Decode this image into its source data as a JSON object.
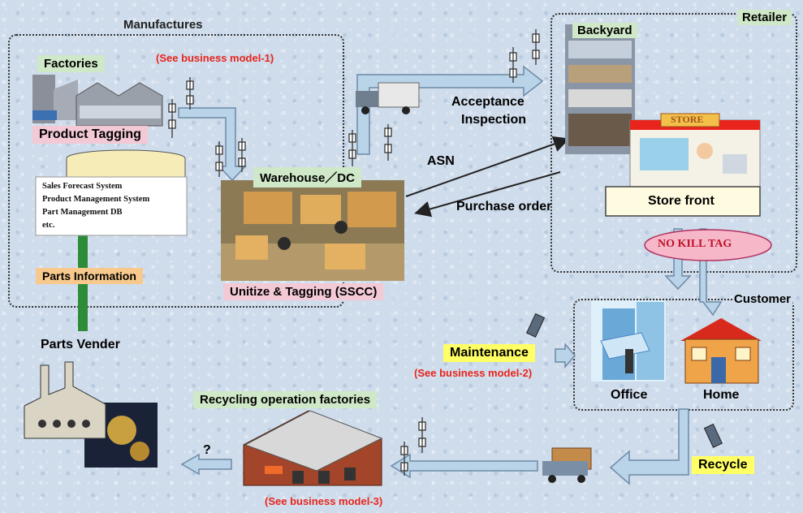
{
  "regions": {
    "manufactures": "Manufactures",
    "retailer": "Retailer",
    "customer": "Customer"
  },
  "labels": {
    "factories": "Factories",
    "see_model_1": "(See business model-1)",
    "product_tagging": "Product Tagging",
    "warehouse_dc": "Warehouse／DC",
    "unitize_tagging": "Unitize & Tagging (SSCC)",
    "parts_information": "Parts Information",
    "parts_vender": "Parts Vender",
    "acceptance_1": "Acceptance",
    "acceptance_2": "Inspection",
    "asn": "ASN",
    "purchase_order": "Purchase order",
    "backyard": "Backyard",
    "store_sign": "STORE",
    "store_front": "Store front",
    "no_kill_tag": "NO  KILL TAG",
    "maintenance": "Maintenance",
    "see_model_2": "(See business model-2)",
    "office": "Office",
    "home": "Home",
    "recycle": "Recycle",
    "recycling_factories": "Recycling operation factories",
    "see_model_3": "(See business model-3)",
    "question": "?"
  },
  "database_items": [
    "Sales Forecast System",
    "Product Management System",
    "Part Management DB",
    "etc."
  ],
  "colors": {
    "flow_arrow": "#b9d3e8",
    "flow_arrow_border": "#6d8aa6",
    "green_arrow": "#2e8b3a",
    "red_text": "#e8241c",
    "pink_oval": "#f6b8c8"
  }
}
